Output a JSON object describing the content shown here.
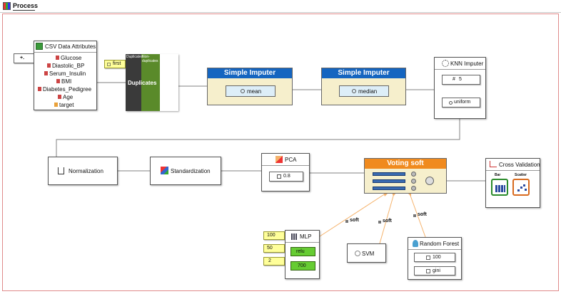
{
  "window": {
    "title": "Process"
  },
  "toolbar": {
    "small_button": "+."
  },
  "csv": {
    "title": "CSV Data Attributes",
    "attributes": [
      "Glucose",
      "Diastolic_BP",
      "Serum_Insulin",
      "BMI",
      "Diabetes_Pedigree",
      "Age",
      "target"
    ]
  },
  "duplicates": {
    "param": "first",
    "left_label": "Duplicates",
    "right_label": "Non-duplicates",
    "title": "Duplicates"
  },
  "imputer1": {
    "title": "Simple Imputer",
    "value": "mean"
  },
  "imputer2": {
    "title": "Simple Imputer",
    "value": "median"
  },
  "knn": {
    "title": "KNN Imputer",
    "k": "5",
    "weights": "uniform"
  },
  "normalization": {
    "label": "Normalization"
  },
  "standardization": {
    "label": "Standardization"
  },
  "pca": {
    "title": "PCA",
    "value": "0.8"
  },
  "voting": {
    "title": "Voting soft"
  },
  "crossval": {
    "title": "Cross Validation",
    "bar_label": "Bar",
    "scatter_label": "Scatter"
  },
  "mlp": {
    "title": "MLP",
    "params": [
      "100",
      "50",
      "2"
    ],
    "activation": "relu",
    "iterations": "700"
  },
  "svm": {
    "label": "SVM"
  },
  "rf": {
    "title": "Random Forest",
    "trees": "100",
    "criterion": "gini"
  },
  "edges": {
    "mlp": "soft",
    "svm": "soft",
    "rf": "soft"
  },
  "colors": {
    "connector": "#808080",
    "voting_connector": "#f5b26b",
    "imputer_header": "#1565c0",
    "voting_header": "#f08a1e"
  }
}
